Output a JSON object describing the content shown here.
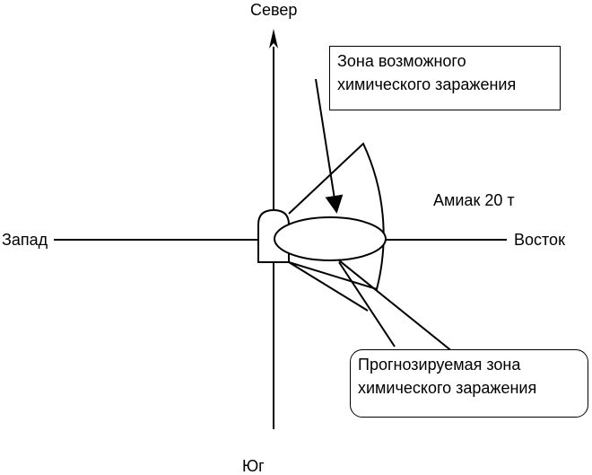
{
  "directions": {
    "north": "Север",
    "south": "Юг",
    "west": "Запад",
    "east": "Восток"
  },
  "substance_label": "Амиак 20 т",
  "callouts": {
    "possible_zone": [
      "Зона возможного",
      "химического заражения"
    ],
    "forecast_zone": [
      "Прогнозируемая зона",
      "химического заражения"
    ]
  }
}
